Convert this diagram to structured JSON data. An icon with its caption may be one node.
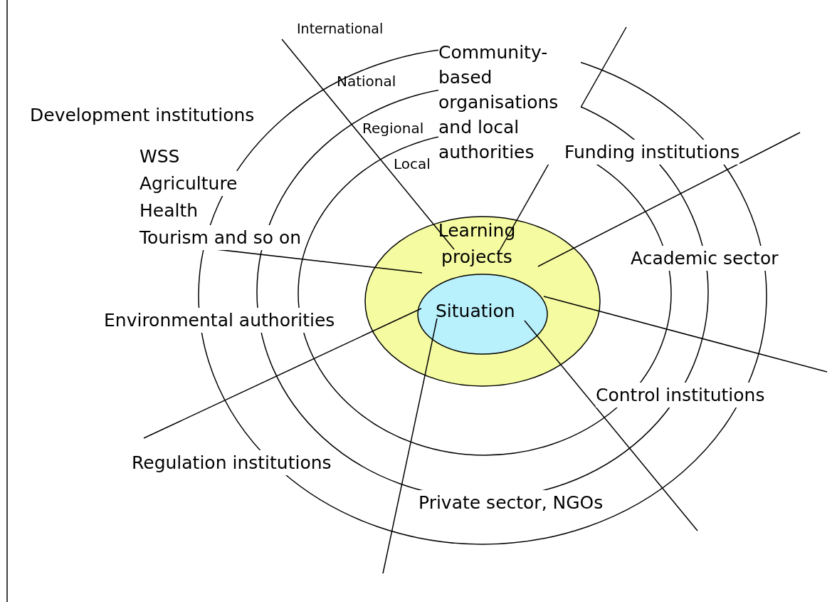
{
  "diagram": {
    "nodes": [
      {
        "text": [
          "National"
        ]
      },
      {
        "text": [
          "Regional"
        ],
        "in": 0
      },
      {
        "text": [
          "Local"
        ],
        "in": 1
      },
      {
        "text": [
          "Learning projects"
        ],
        "in": 2
      },
      {
        "text": [
          "Situation"
        ],
        "in": 3
      }
    ],
    "edges": [],
    "labels": [
      "International",
      "Development institutions",
      "Community-based organisations and local authorities",
      "Funding institutions",
      "WSS",
      "Agriculture",
      "Health",
      "Tourism and so on",
      "Academic sector",
      "Environmental authorities",
      "Control institutions",
      "Regulation institutions",
      "Private sector, NGOs"
    ]
  }
}
